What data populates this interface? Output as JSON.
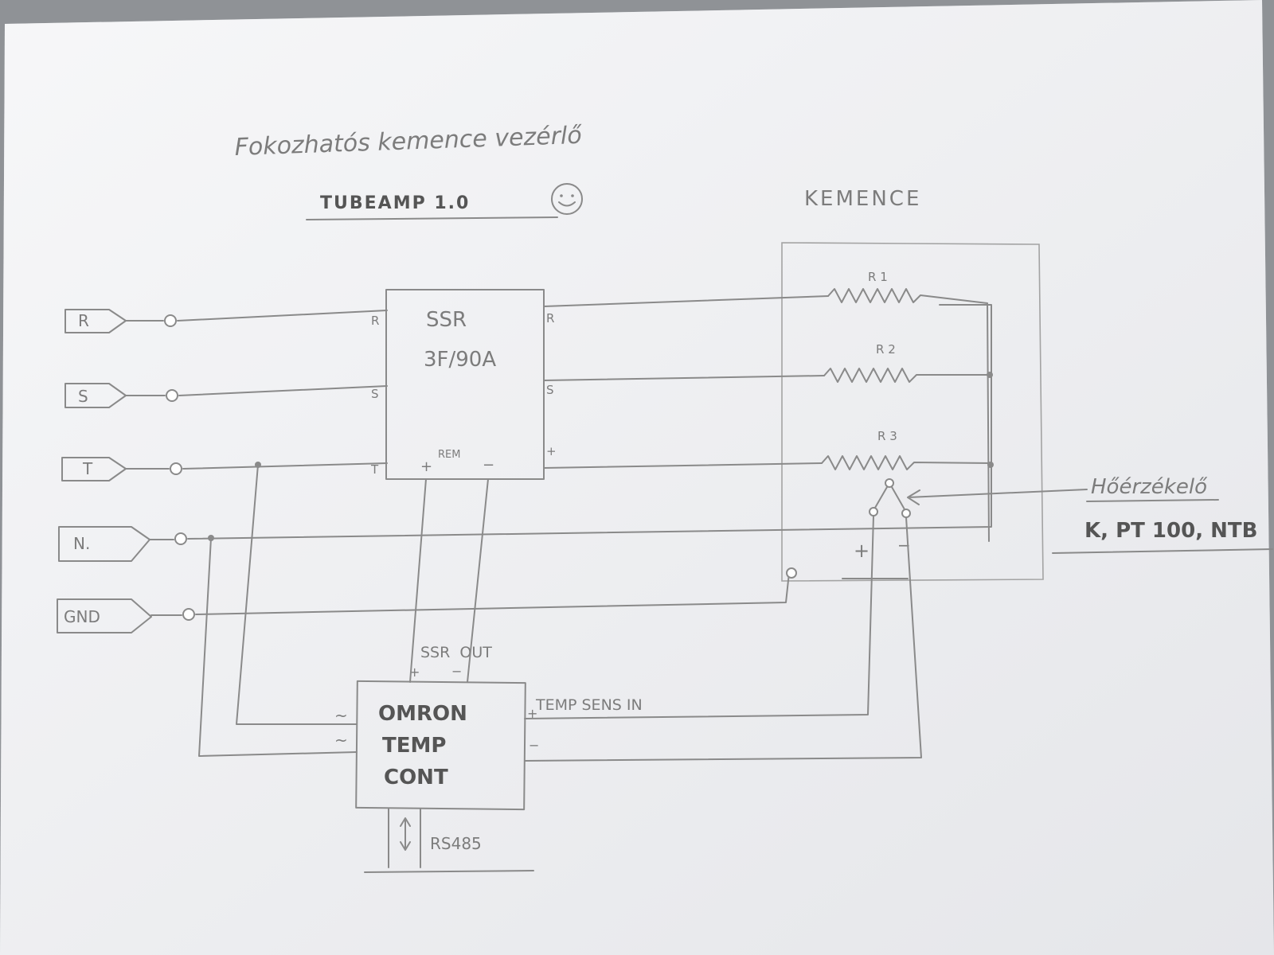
{
  "title": "Fokozhatós kemence vezérlő",
  "subtitle": "TUBEAMP 1.0",
  "smiley": "☺",
  "furnace": {
    "label": "KEMENCE",
    "resistors": [
      "R 1",
      "R 2",
      "R 3"
    ]
  },
  "terminals": [
    "R",
    "S",
    "T",
    "N.",
    "GND"
  ],
  "ssr": {
    "line1": "SSR",
    "line2": "3F/90A",
    "in_labels": [
      "R",
      "S",
      "T"
    ],
    "out_labels": [
      "R",
      "S",
      "+"
    ],
    "rem": "REM",
    "plus": "+",
    "minus": "−"
  },
  "controller": {
    "line1": "OMRON",
    "line2": "TEMP",
    "line3": "CONT",
    "ssr_out": "SSR  OUT",
    "plus": "+",
    "minus": "−",
    "ac1": "~",
    "ac2": "~",
    "temp_sens": "TEMP SENS IN",
    "sens_plus": "+",
    "sens_minus": "−",
    "rs485": "RS485"
  },
  "sensor": {
    "label": "Hőérzékelő",
    "types": "K, PT 100, NTB",
    "plus": "+",
    "minus": "−"
  }
}
